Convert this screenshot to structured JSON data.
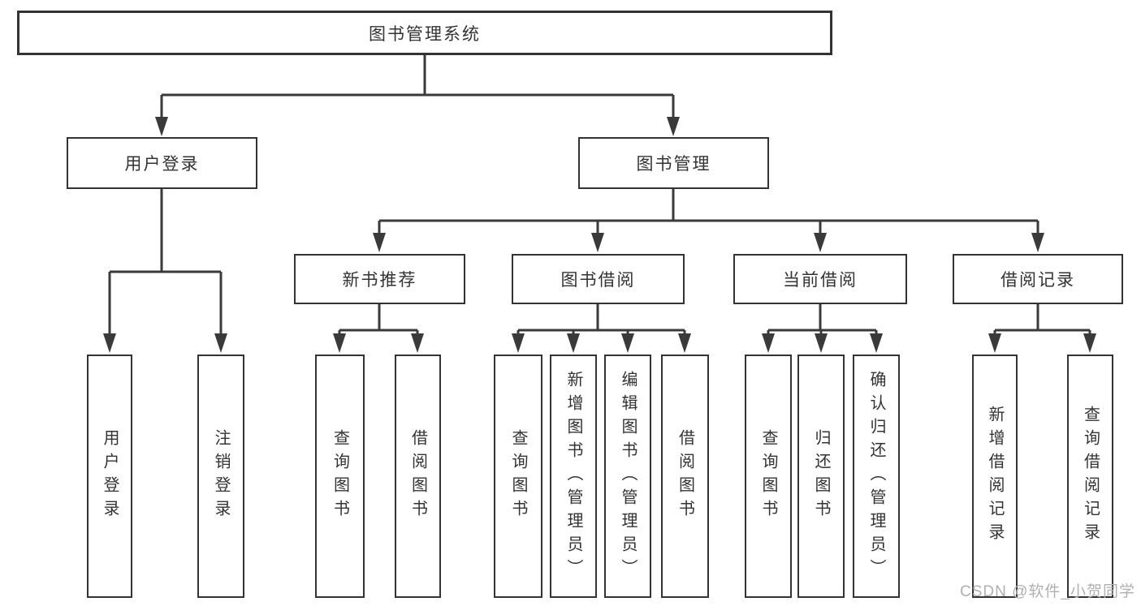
{
  "diagram": {
    "root": {
      "label": "图书管理系统"
    },
    "branches": [
      {
        "label": "用户登录",
        "children": [
          {
            "label": "用户登录"
          },
          {
            "label": "注销登录"
          }
        ]
      },
      {
        "label": "图书管理",
        "children": [
          {
            "label": "新书推荐",
            "children": [
              {
                "label": "查询图书"
              },
              {
                "label": "借阅图书"
              }
            ]
          },
          {
            "label": "图书借阅",
            "children": [
              {
                "label": "查询图书"
              },
              {
                "label": "新增图书（管理员）"
              },
              {
                "label": "编辑图书（管理员）"
              },
              {
                "label": "借阅图书"
              }
            ]
          },
          {
            "label": "当前借阅",
            "children": [
              {
                "label": "查询图书"
              },
              {
                "label": "归还图书"
              },
              {
                "label": "确认归还（管理员）"
              }
            ]
          },
          {
            "label": "借阅记录",
            "children": [
              {
                "label": "新增借阅记录"
              },
              {
                "label": "查询借阅记录"
              }
            ]
          }
        ]
      }
    ]
  },
  "watermark": {
    "text": "CSDN @软件_小贺同学"
  },
  "colors": {
    "background": "#ffffff",
    "line": "#3a3a3a",
    "border": "#333333",
    "text": "#333333",
    "watermark": "#b0b0b0"
  }
}
